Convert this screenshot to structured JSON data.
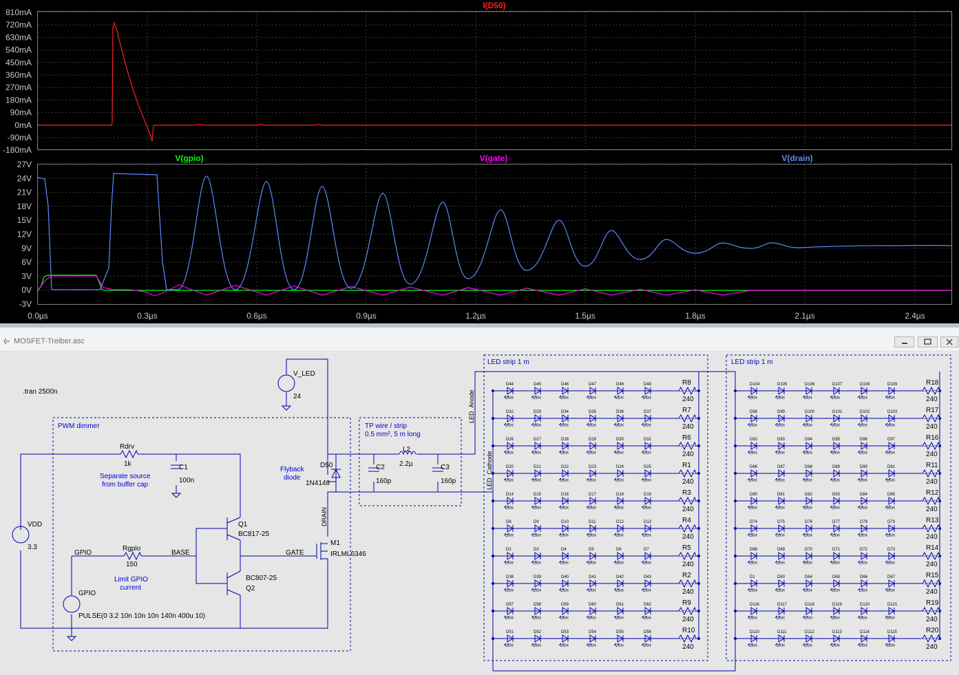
{
  "waveform": {
    "top_pane": {
      "trace_label": "I(D50)",
      "color": "#ff2020",
      "y_ticks": [
        "810mA",
        "720mA",
        "630mA",
        "540mA",
        "450mA",
        "360mA",
        "270mA",
        "180mA",
        "90mA",
        "0mA",
        "-90mA",
        "-180mA"
      ]
    },
    "bottom_pane": {
      "trace_labels": [
        {
          "label": "V(gpio)",
          "color": "#00ff00"
        },
        {
          "label": "V(gate)",
          "color": "#ff00ff"
        },
        {
          "label": "V(drain)",
          "color": "#5b8cff"
        }
      ],
      "y_ticks": [
        "27V",
        "24V",
        "21V",
        "18V",
        "15V",
        "12V",
        "9V",
        "6V",
        "3V",
        "0V",
        "-3V"
      ]
    },
    "x_ticks": [
      "0.0µs",
      "0.3µs",
      "0.6µs",
      "0.9µs",
      "1.2µs",
      "1.5µs",
      "1.8µs",
      "2.1µs",
      "2.4µs"
    ]
  },
  "window": {
    "title": "MOSFET-Treiber.asc",
    "minimize_label": "minimize",
    "maximize_label": "maximize",
    "close_label": "close"
  },
  "schematic": {
    "directive": ".tran 2500n",
    "pwm_box_label": "PWM dimmer",
    "tp_box_label": "TP wire / strip",
    "tp_box_sub": "0.5 mm², 5 m long",
    "strip1_label": "LED strip 1 m",
    "strip2_label": "LED strip 1 m",
    "vled_name": "V_LED",
    "vled_value": "24",
    "vdd_name": "VDD",
    "vdd_value": "3.3",
    "rdrv_name": "Rdrv",
    "rdrv_value": "1k",
    "c1_name": "C1",
    "c1_value": "100n",
    "rdrv_note1": "Separate source",
    "rdrv_note2": "from buffer cap",
    "q1_name": "Q1",
    "q1_value": "BC817-25",
    "q2_name": "Q2",
    "q2_value": "BC807-25",
    "rgpio_name": "Rgpio",
    "rgpio_value": "150",
    "rgpio_note1": "Limit GPIO",
    "rgpio_note2": "current",
    "gpio_net": "GPIO",
    "base_net": "BASE",
    "gate_net": "GATE",
    "drain_net": "DRAIN",
    "gpio_src_name": "GPIO",
    "gpio_src_value": "PULSE(0 3.2 10n 10n 10n 140n 400u 10)",
    "d50_name": "D50",
    "d50_value": "1N4148",
    "flyback1": "Flyback",
    "flyback2": "diode",
    "m1_name": "M1",
    "m1_value": "IRLML6346",
    "l2_name": "L2",
    "l2_value": "2.2µ",
    "c2_name": "C2",
    "c2_value": "160p",
    "c3_name": "C3",
    "c3_value": "160p",
    "anode_net": "LED_Anode",
    "cathode_net": "LED_Cathode",
    "led_part": "LXH",
    "strip1_resistors": [
      {
        "name": "R8",
        "value": "240"
      },
      {
        "name": "R7",
        "value": "240"
      },
      {
        "name": "R6",
        "value": "240"
      },
      {
        "name": "R1",
        "value": "240"
      },
      {
        "name": "R3",
        "value": "240"
      },
      {
        "name": "R4",
        "value": "240"
      },
      {
        "name": "R5",
        "value": "240"
      },
      {
        "name": "R2",
        "value": "240"
      },
      {
        "name": "R9",
        "value": "240"
      },
      {
        "name": "R10",
        "value": "240"
      }
    ],
    "strip2_resistors": [
      {
        "name": "R18",
        "value": "240"
      },
      {
        "name": "R17",
        "value": "240"
      },
      {
        "name": "R16",
        "value": "240"
      },
      {
        "name": "R11",
        "value": "240"
      },
      {
        "name": "R12",
        "value": "240"
      },
      {
        "name": "R13",
        "value": "240"
      },
      {
        "name": "R14",
        "value": "240"
      },
      {
        "name": "R15",
        "value": "240"
      },
      {
        "name": "R19",
        "value": "240"
      },
      {
        "name": "R20",
        "value": "240"
      }
    ],
    "strip1_diodes": [
      [
        "D44",
        "D45",
        "D46",
        "D47",
        "D48",
        "D49"
      ],
      [
        "D32",
        "D33",
        "D34",
        "D35",
        "D36",
        "D37"
      ],
      [
        "D26",
        "D27",
        "D28",
        "D29",
        "D30",
        "D31"
      ],
      [
        "D20",
        "D21",
        "D22",
        "D23",
        "D24",
        "D25"
      ],
      [
        "D14",
        "D15",
        "D16",
        "D17",
        "D18",
        "D19"
      ],
      [
        "D8",
        "D9",
        "D10",
        "D11",
        "D12",
        "D13"
      ],
      [
        "D2",
        "D3",
        "D4",
        "D5",
        "D6",
        "D7"
      ],
      [
        "D38",
        "D39",
        "D40",
        "D41",
        "D42",
        "D43"
      ],
      [
        "D57",
        "D58",
        "D59",
        "D60",
        "D61",
        "D62"
      ],
      [
        "D51",
        "D52",
        "D53",
        "D54",
        "D55",
        "D56"
      ]
    ],
    "strip2_diodes": [
      [
        "D104",
        "D105",
        "D106",
        "D107",
        "D108",
        "D109"
      ],
      [
        "D98",
        "D99",
        "D100",
        "D101",
        "D102",
        "D103"
      ],
      [
        "D92",
        "D93",
        "D94",
        "D95",
        "D96",
        "D97"
      ],
      [
        "D86",
        "D87",
        "D88",
        "D89",
        "D90",
        "D91"
      ],
      [
        "D80",
        "D81",
        "D82",
        "D83",
        "D84",
        "D85"
      ],
      [
        "D74",
        "D75",
        "D76",
        "D77",
        "D78",
        "D79"
      ],
      [
        "D68",
        "D69",
        "D70",
        "D71",
        "D72",
        "D73"
      ],
      [
        "D1",
        "D63",
        "D64",
        "D65",
        "D66",
        "D67"
      ],
      [
        "D116",
        "D117",
        "D118",
        "D119",
        "D120",
        "D121"
      ],
      [
        "D110",
        "D111",
        "D112",
        "D113",
        "D114",
        "D115"
      ]
    ]
  }
}
